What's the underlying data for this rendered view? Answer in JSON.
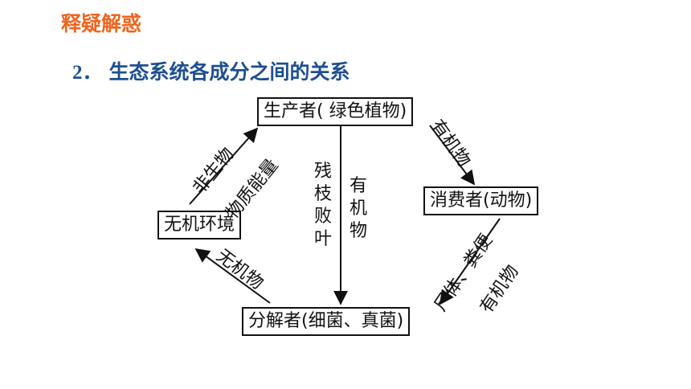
{
  "header": {
    "title": "释疑解惑",
    "subtitle_number": "2．",
    "subtitle": "生态系统各成分之间的关系"
  },
  "nodes": {
    "producer": "生产者( 绿色植物)",
    "consumer": "消费者(动物)",
    "decomposer": "分解者(细菌、真菌)",
    "environment": "无机环境"
  },
  "edges": {
    "producer_to_consumer": "有机物",
    "producer_to_decomposer_a": "残枝败叶",
    "producer_to_decomposer_b": "有机物",
    "consumer_to_decomposer_a": "尸体、粪便",
    "consumer_to_decomposer_b": "有机物",
    "decomposer_to_environment": "无机物",
    "environment_to_producer_a": "非生物",
    "environment_to_producer_b": "物质能量"
  },
  "colors": {
    "title": "#f0641e",
    "subtitle": "#1d4f91",
    "line": "#111111"
  }
}
